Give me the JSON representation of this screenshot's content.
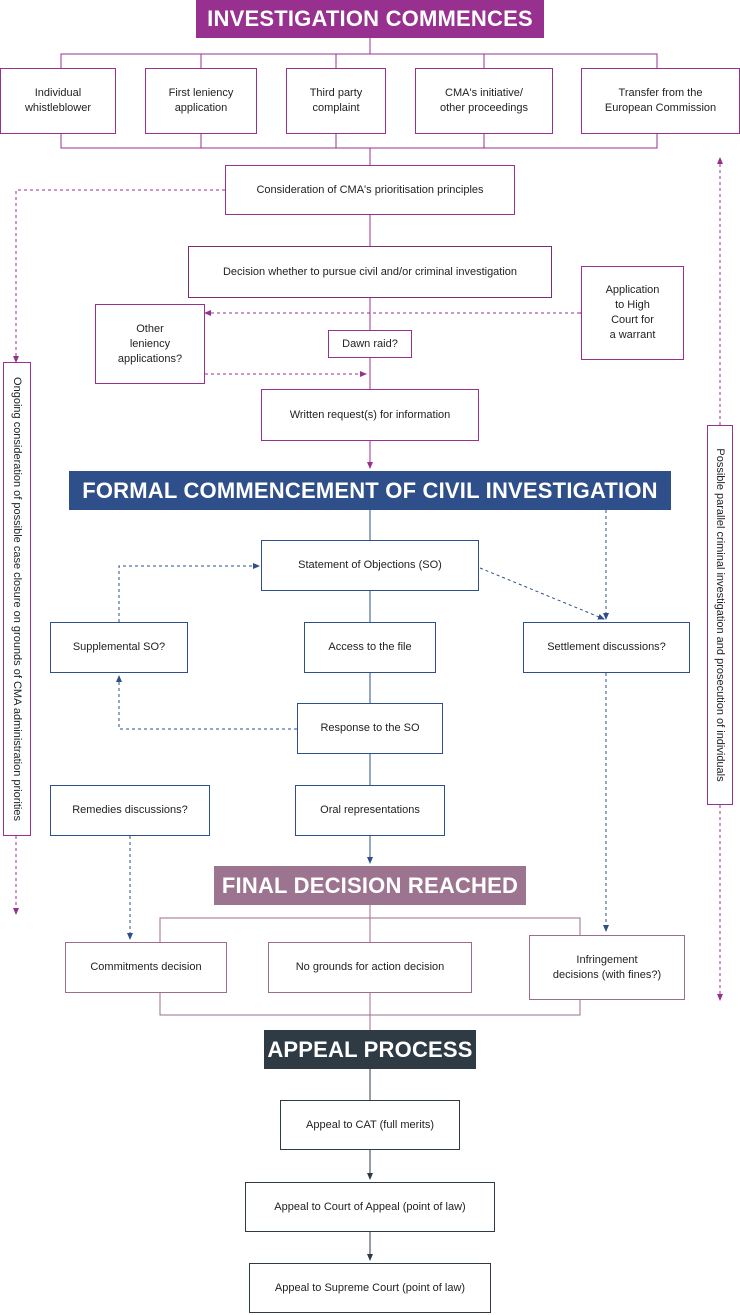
{
  "banners": {
    "investigation": "INVESTIGATION COMMENCES",
    "formal": "FORMAL COMMENCEMENT OF CIVIL INVESTIGATION",
    "final": "FINAL DECISION REACHED",
    "appeal": "APPEAL PROCESS"
  },
  "sources": [
    "Individual\nwhistleblower",
    "First leniency\napplication",
    "Third party\ncomplaint",
    "CMA's initiative/\nother proceedings",
    "Transfer from the\nEuropean Commission"
  ],
  "steps": {
    "prioritisation": "Consideration of CMA's prioritisation principles",
    "decision": "Decision whether to pursue civil and/or criminal investigation",
    "high_court": "Application\nto High\nCourt for\na warrant",
    "other_leniency": "Other\nleniency\napplications?",
    "dawn_raid": "Dawn raid?",
    "written_request": "Written request(s) for information",
    "so": "Statement of Objections (SO)",
    "supplemental": "Supplemental SO?",
    "access": "Access to the file",
    "settlement": "Settlement discussions?",
    "response": "Response to the SO",
    "remedies": "Remedies discussions?",
    "oral": "Oral representations",
    "commitments": "Commitments decision",
    "no_grounds": "No grounds for action decision",
    "infringement": "Infringement\ndecisions (with fines?)",
    "appeal_cat": "Appeal to CAT (full merits)",
    "appeal_court": "Appeal to Court of Appeal (point of law)",
    "appeal_supreme": "Appeal to Supreme Court (point of law)"
  },
  "side_notes": {
    "left": "Ongoing consideration of possible case closure on grounds of CMA administration priorities",
    "right": "Possible parallel criminal investigation and prosecution of individuals"
  },
  "colors": {
    "purple": "#97308f",
    "blue": "#2e4f8a",
    "mauve": "#9c7490",
    "charcoal": "#2f3b44"
  }
}
